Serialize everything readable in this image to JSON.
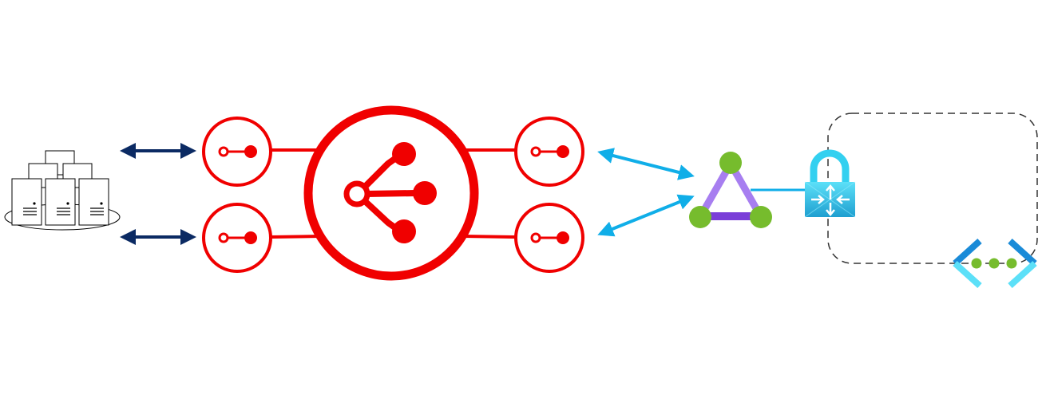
{
  "diagram": {
    "nodes": [
      {
        "id": "on-prem-servers",
        "icon": "server-cluster-icon"
      },
      {
        "id": "endpoint-in-1",
        "icon": "endpoint-icon"
      },
      {
        "id": "endpoint-in-2",
        "icon": "endpoint-icon"
      },
      {
        "id": "hub",
        "icon": "branch-hub-icon"
      },
      {
        "id": "endpoint-out-1",
        "icon": "endpoint-icon"
      },
      {
        "id": "endpoint-out-2",
        "icon": "endpoint-icon"
      },
      {
        "id": "private-link",
        "icon": "triangle-network-icon"
      },
      {
        "id": "vpn-gateway",
        "icon": "lock-gateway-icon"
      },
      {
        "id": "virtual-network",
        "icon": "vnet-icon"
      }
    ],
    "edges": [
      {
        "from": "on-prem-servers",
        "to": "endpoint-in-1",
        "style": "bidirectional-arrow"
      },
      {
        "from": "on-prem-servers",
        "to": "endpoint-in-2",
        "style": "bidirectional-arrow"
      },
      {
        "from": "endpoint-in-1",
        "to": "hub",
        "style": "line"
      },
      {
        "from": "endpoint-in-2",
        "to": "hub",
        "style": "line"
      },
      {
        "from": "hub",
        "to": "endpoint-out-1",
        "style": "line"
      },
      {
        "from": "hub",
        "to": "endpoint-out-2",
        "style": "line"
      },
      {
        "from": "endpoint-out-1",
        "to": "private-link",
        "style": "bidirectional-arrow"
      },
      {
        "from": "endpoint-out-2",
        "to": "private-link",
        "style": "bidirectional-arrow"
      },
      {
        "from": "private-link",
        "to": "vpn-gateway",
        "style": "line"
      }
    ],
    "colors": {
      "red": "#f00000",
      "navy": "#0b2a63",
      "sky": "#10aee8",
      "green": "#76bc2d",
      "purple": "#a77ef0",
      "dark_purple": "#7a3fd8",
      "cyan": "#33d0f0",
      "blue": "#1a8bd8"
    }
  }
}
